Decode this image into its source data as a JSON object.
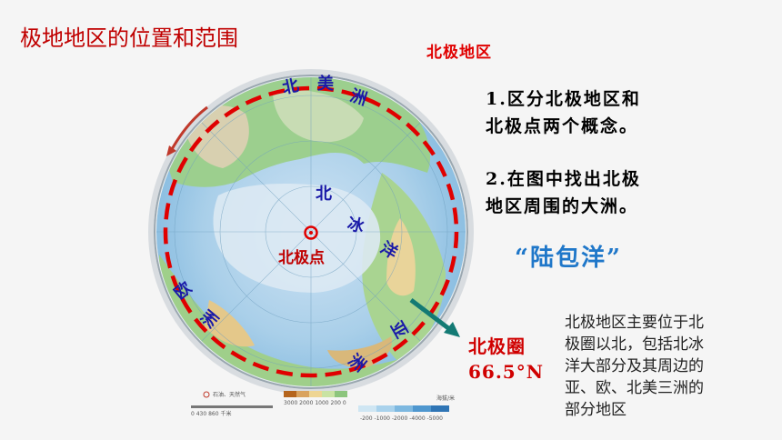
{
  "slide": {
    "title": "极地地区的位置和范围",
    "map_title": "北极地区"
  },
  "tasks": [
    {
      "line1": "1.区分北极地区和",
      "line2": "北极点两个概念。"
    },
    {
      "line1": "2.在图中找出北极",
      "line2": "地区周围的大洲。"
    }
  ],
  "mnemonic": "“陆包洋”",
  "map": {
    "continents": {
      "north_america": [
        "北",
        "美",
        "洲"
      ],
      "europe": [
        "欧",
        "洲"
      ],
      "asia": [
        "亚",
        "洲"
      ]
    },
    "ocean": [
      "北",
      "冰",
      "洋"
    ],
    "north_pole": "北极点",
    "legend": {
      "scale_text": "0      430      860 千米",
      "elevation_ticks": "3000 2000 1000 200  0",
      "depth_label": "海拔/米",
      "depth_ticks": "-200 -1000 -2000 -4000 -5000",
      "symbol": "石油、天然气"
    },
    "colors": {
      "circle": "#e00000",
      "pole": "#e00000",
      "continent_label": "#1a1aa8",
      "ocean_label": "#1a1aa8",
      "arrow": "#137a74"
    }
  },
  "arctic_circle": {
    "label": "北极圈",
    "latitude": "66.5°N"
  },
  "summary": {
    "lines": [
      "北极地区主要位于北",
      "极圈以北，包括北冰",
      "洋大部分及其周边的",
      "亚、欧、北美三洲的",
      "部分地区"
    ]
  }
}
